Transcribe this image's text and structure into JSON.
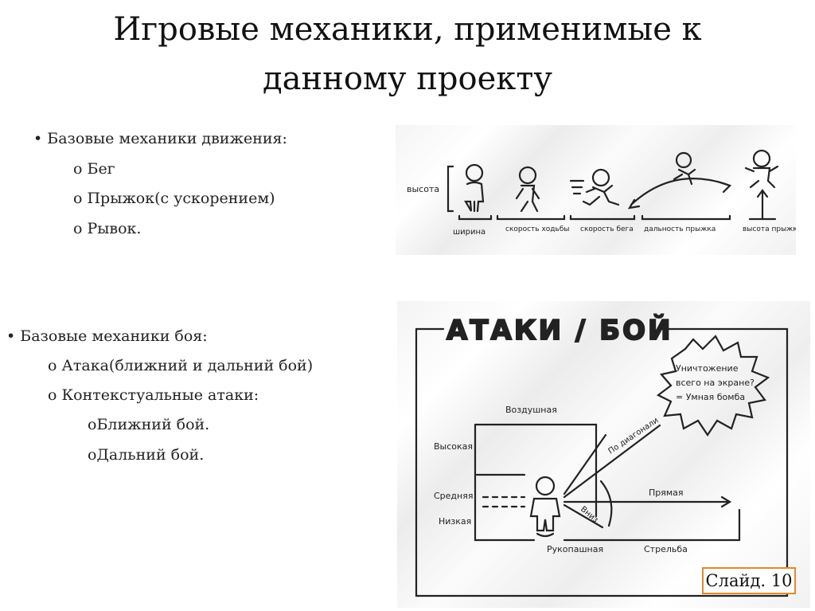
{
  "slide": {
    "title_line1": "Игровые механики, применимые к",
    "title_line2": "данному проекту",
    "movement": {
      "heading": "• Базовые механики движения:",
      "items": [
        "o Бег",
        "o Прыжок(с ускорением)",
        "o Рывок."
      ]
    },
    "combat": {
      "heading": "• Базовые механики боя:",
      "items": [
        "o Атака(ближний и дальний бой)",
        "o Контекстуальные атаки:"
      ],
      "subitems": [
        "oБлижний бой.",
        "oДальний бой."
      ]
    },
    "slide_number": "Слайд. 10"
  },
  "movement_sketch": {
    "labels": [
      "высота",
      "ширина",
      "скорость ходьбы",
      "скорость бега",
      "дальность прыжка",
      "высота прыжка"
    ]
  },
  "combat_sketch": {
    "title": "АТАКИ / БОЙ",
    "burst_lines": [
      "Уничтожение",
      "всего на экране?",
      "= Умная бомба"
    ],
    "labels": [
      "Воздушная",
      "Высокая",
      "Средняя",
      "Низкая",
      "Рукопашная",
      "Стрельба",
      "Прямая",
      "По диагонали",
      "Вниз"
    ]
  },
  "colors": {
    "accent_border": "#e08a2b",
    "text": "#1a1a1a"
  }
}
